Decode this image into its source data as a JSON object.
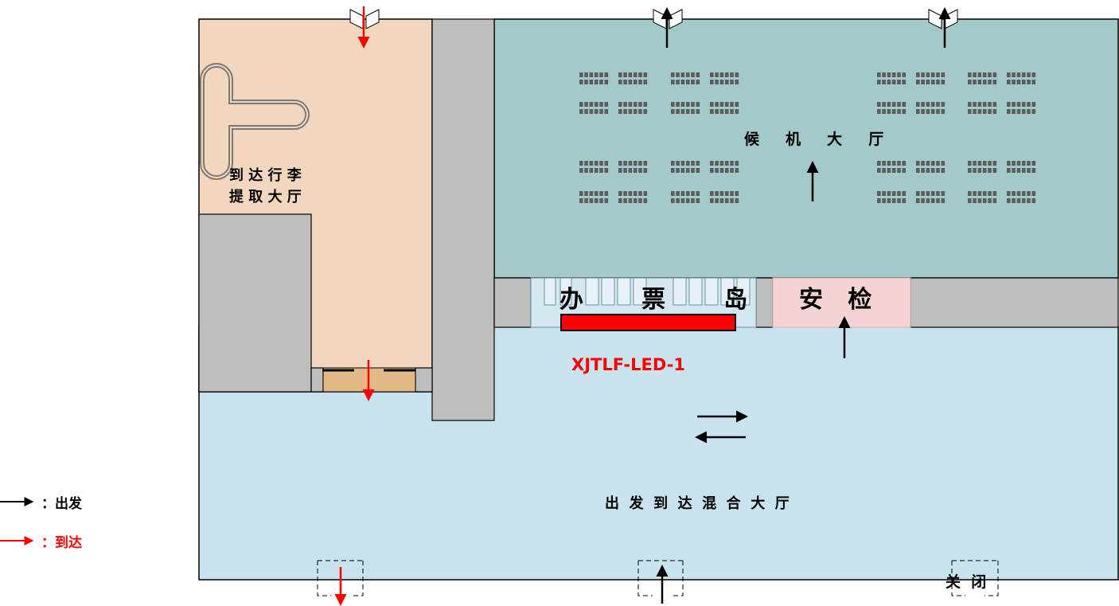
{
  "zones": {
    "baggage_claim": {
      "line1": "到 达 行 李",
      "line2": "提 取 大 厅",
      "color": "#F2D7BE"
    },
    "waiting_hall": {
      "label": "候     机     大     厅",
      "color": "#A3C9CB"
    },
    "mixed_hall": {
      "label": "出  发  到  达  混  合  大  厅",
      "color": "#C8E3EE"
    },
    "check_in": {
      "label": "办       票       岛",
      "color": "#D4E8F2"
    },
    "security": {
      "label": "安   检",
      "color": "#F3D3D3"
    },
    "wall_color": "#BEBEBE"
  },
  "led_sign": {
    "label": "XJTLF-LED-1",
    "color": "#FF0000"
  },
  "closed_door": {
    "label": "关  闭"
  },
  "legend": {
    "departure": {
      "label": "：出发",
      "color": "#000000"
    },
    "arrival": {
      "label": "：到达",
      "color": "#FF0000"
    }
  }
}
